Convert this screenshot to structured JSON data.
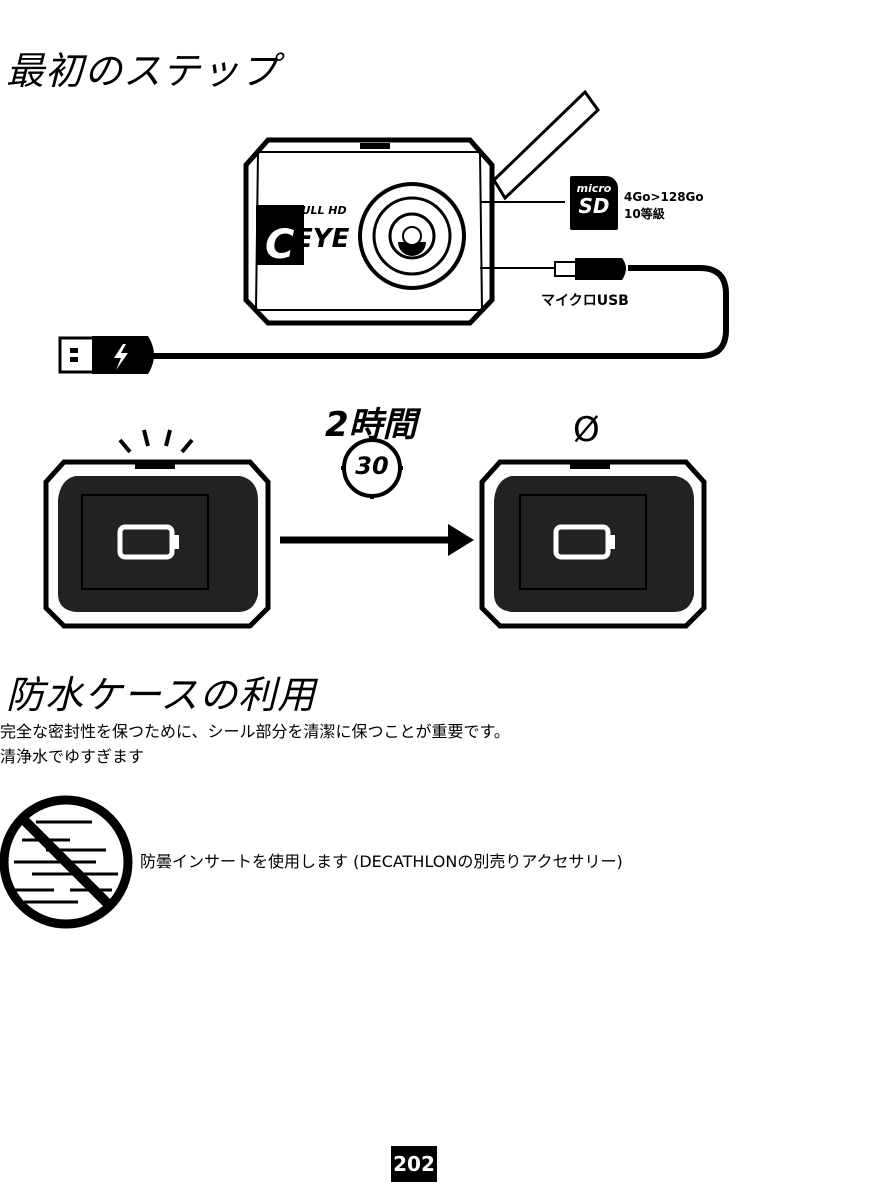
{
  "section1": {
    "title": "最初のステップ",
    "camera_brand_small": "FULL HD",
    "camera_brand_large": "EYE",
    "sd_card": {
      "logo_top": "micro",
      "logo_bottom": "SD",
      "capacity": "4Go>128Go",
      "class": "10等級"
    },
    "usb_label": "マイクロUSB"
  },
  "charging": {
    "duration": "2時間",
    "minutes": "30",
    "led_off_symbol": "Ø"
  },
  "section2": {
    "title": "防水ケースの利用",
    "line1": "完全な密封性を保つために、シール部分を清潔に保つことが重要です。",
    "line2": "清浄水でゆすぎます",
    "note": "防曇インサートを使用します (DECATHLONの別売りアクセサリー)"
  },
  "page_number": "202"
}
